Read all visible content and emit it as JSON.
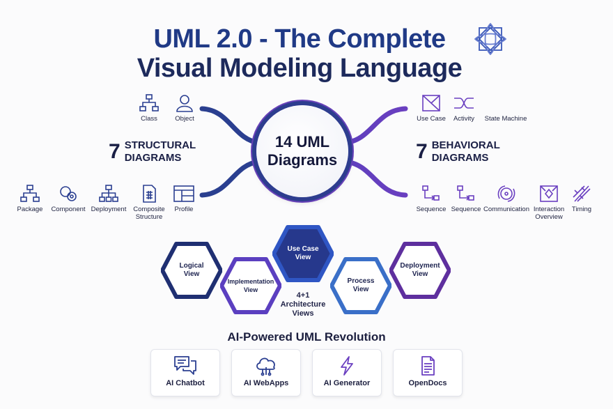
{
  "title": {
    "line1": "UML 2.0 - The Complete",
    "line2": "Visual Modeling Language"
  },
  "hub": {
    "line1": "14 UML",
    "line2": "Diagrams"
  },
  "structural": {
    "count": "7",
    "line1": "STRUCTURAL",
    "line2": "DIAGRAMS",
    "items": [
      {
        "label": "Class",
        "icon": "class-icon"
      },
      {
        "label": "Object",
        "icon": "object-icon"
      },
      {
        "label": "Package",
        "icon": "package-icon"
      },
      {
        "label": "Component",
        "icon": "component-icon"
      },
      {
        "label": "Deployment",
        "icon": "deployment-icon"
      },
      {
        "label": "Composite Structure",
        "icon": "composite-structure-icon"
      },
      {
        "label": "Profile",
        "icon": "profile-icon"
      }
    ]
  },
  "behavioral": {
    "count": "7",
    "line1": "BEHAVIORAL",
    "line2": "DIAGRAMS",
    "items": [
      {
        "label": "Use Case",
        "icon": "use-case-icon"
      },
      {
        "label": "Activity",
        "icon": "activity-icon"
      },
      {
        "label": "State Machine",
        "icon": "state-machine-icon"
      },
      {
        "label": "Sequence",
        "icon": "sequence-icon"
      },
      {
        "label": "Sequence",
        "icon": "sequence-icon"
      },
      {
        "label": "Communication",
        "icon": "communication-icon"
      },
      {
        "label": "Interaction Overview",
        "icon": "interaction-overview-icon"
      },
      {
        "label": "Timing",
        "icon": "timing-icon"
      }
    ]
  },
  "views": {
    "logical": "Logical View",
    "implementation": "Implementation View",
    "use_case": "Use Case View",
    "process": "Process View",
    "deployment": "Deployment View",
    "architecture": "4+1 Architecture Views"
  },
  "ai": {
    "title": "AI-Powered UML Revolution",
    "cards": [
      {
        "label": "AI Chatbot",
        "icon": "chat-icon"
      },
      {
        "label": "AI WebApps",
        "icon": "cloud-icon"
      },
      {
        "label": "AI Generator",
        "icon": "lightning-icon"
      },
      {
        "label": "OpenDocs",
        "icon": "document-icon"
      }
    ]
  },
  "colors": {
    "navy": "#1d2a5c",
    "blue": "#2f56c4",
    "purple": "#6a3fc0",
    "structural": "#2b3f91",
    "behavioral": "#6a3fc0"
  }
}
